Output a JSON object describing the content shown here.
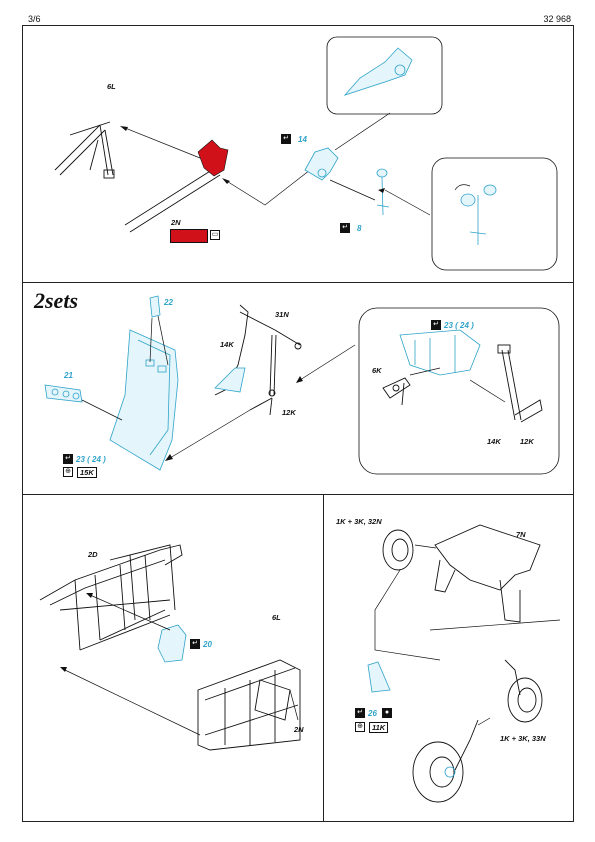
{
  "header": {
    "page": "3/6",
    "catalog": "32 968"
  },
  "colors": {
    "outline": "#111111",
    "photoetch": "#2ea3c9",
    "red_part": "#d0111a"
  },
  "panel1": {
    "labels": {
      "l6": "6L",
      "n2": "2N"
    },
    "parts": {
      "p14": "14",
      "p8": "8"
    }
  },
  "panel2": {
    "title": "2sets",
    "labels": {
      "n31": "31N",
      "k14": "14K",
      "k12": "12K",
      "k6": "6K",
      "k14b": "14K",
      "k12b": "12K"
    },
    "parts": {
      "p22": "22",
      "p21": "21",
      "p23": "23 ( 24 )",
      "p23b": "23 ( 24 )"
    },
    "paint": "15K"
  },
  "panel3": {
    "labels": {
      "d2": "2D",
      "l6": "6L",
      "n2": "2N"
    },
    "parts": {
      "p20": "20"
    }
  },
  "panel4": {
    "labels": {
      "top": "1K + 3K, 32N",
      "n7": "7N",
      "bottom": "1K + 3K, 33N"
    },
    "parts": {
      "p26": "26"
    },
    "paint": "11K"
  },
  "icons": [
    "bend-icon",
    "paint-icon",
    "glue-icon"
  ]
}
